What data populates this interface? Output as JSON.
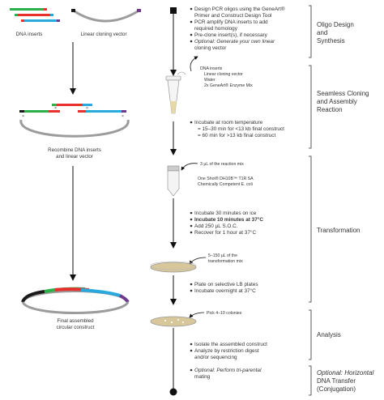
{
  "left": {
    "dna_inserts_label": "DNA inserts",
    "vector_label": "Linear cloning vector",
    "recombine_label": [
      "Recombine DNA inserts",
      "and linear vector"
    ],
    "final_label": [
      "Final assembled",
      "circular construct"
    ]
  },
  "middle": {
    "step1_bullets": [
      "Design PCR oligos using the GeneArt®",
      "Primer and Construct Design Tool",
      "PCR amplify DNA inserts to add",
      "required homology",
      "Pre-clone insert(s), if necessary",
      "Optional: Generate your own linear",
      "cloning vector"
    ],
    "tube_lines": [
      "DNA inserts",
      "Linear cloning vector",
      "Water",
      "2x GeneArt® Enzyme Mix"
    ],
    "incubate_lines": [
      "Incubate at room temperature",
      "= 15–30 min for <13 kb final construct",
      "= 60 min for >13 kb final construct"
    ],
    "reaction_mix_label": "3 µL of the reaction mix",
    "cells_lines": [
      "One Shot® DH10B™ T1R SA",
      "Chemically Competent E. coli"
    ],
    "transform_bullets": [
      "Incubate 30 minutes on ice",
      "Incubate 10 minutes at 37°C",
      "Add 250 µL S.O.C.",
      "Recover for 1 hour at 37°C"
    ],
    "plate_mix_label": [
      "5–150 µL of the",
      "transformation mix"
    ],
    "plate_bullets": [
      "Plate on selective LB plates",
      "Incubate overnight at 37°C"
    ],
    "pick_label": "Pick 4–10 colonies",
    "analysis_bullets": [
      "Isolate the assembled construct",
      "Analyze by restriction digest",
      "and/or sequencing",
      "Optional: Perform tri-parental",
      "mating"
    ]
  },
  "stages": [
    {
      "lines": [
        "Oligo Design",
        "and",
        "Synthesis"
      ]
    },
    {
      "lines": [
        "Seamless Cloning",
        "and Assembly",
        "Reaction"
      ]
    },
    {
      "lines": [
        "Transformation"
      ]
    },
    {
      "lines": [
        "Analysis"
      ]
    },
    {
      "lines": [
        "Optional: Horizontal",
        "DNA Transfer",
        "(Conjugation)"
      ]
    }
  ],
  "colors": {
    "green": "#2bb14a",
    "red": "#e8312f",
    "blue": "#2aa9df",
    "black": "#1a1a1a",
    "purple": "#6d3a8e",
    "vector_grey": "#9c9c9c",
    "plate": "#d8c79a"
  }
}
